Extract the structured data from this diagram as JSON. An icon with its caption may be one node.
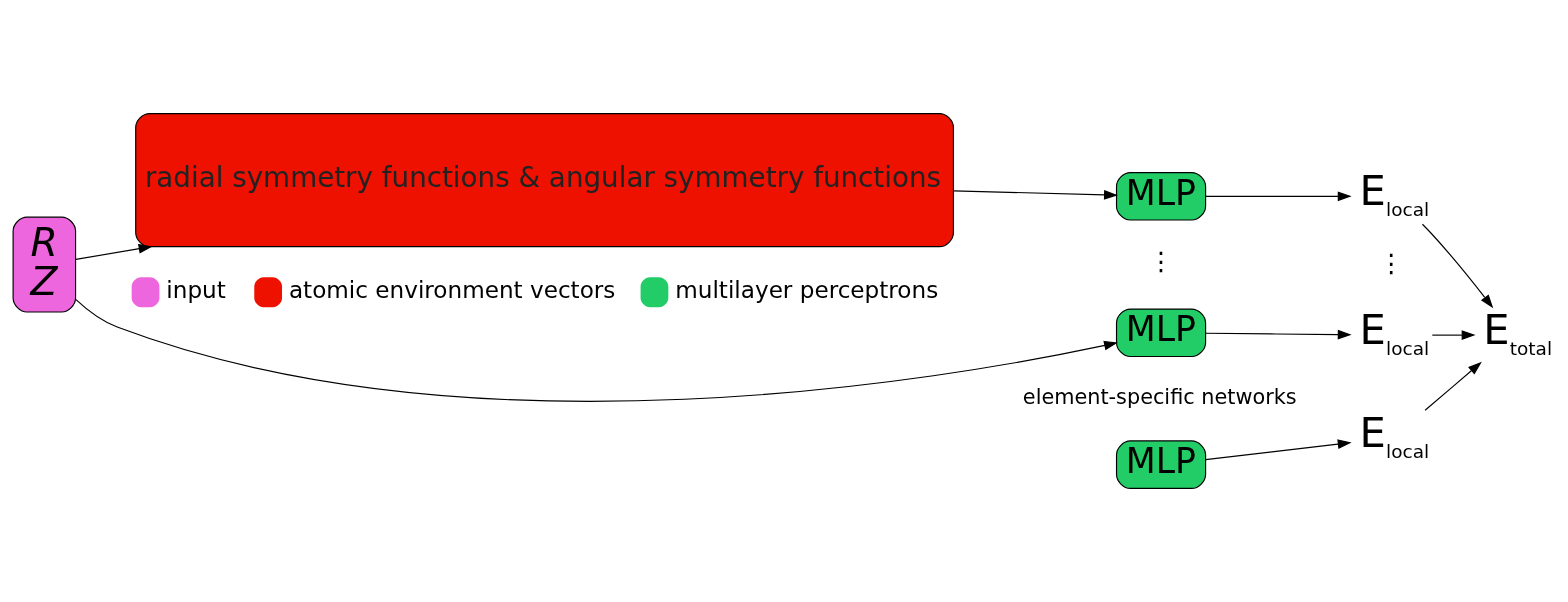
{
  "diagram": {
    "nodes": [
      {
        "text": [
          "R",
          "Z"
        ]
      },
      {
        "text": [
          "radial symmetry functions & angular symmetry functions"
        ]
      },
      {
        "text": [
          "MLP"
        ]
      },
      {
        "text": [
          "MLP"
        ]
      },
      {
        "text": [
          "MLP"
        ]
      },
      {
        "text": [
          "E$_{local}$"
        ]
      },
      {
        "text": [
          "E$_{local}$"
        ]
      },
      {
        "text": [
          "E$_{local}$"
        ]
      },
      {
        "text": [
          "E$_{total}$"
        ]
      }
    ],
    "edges": [
      {
        "from": 0,
        "to": 1,
        "arrow": "to"
      },
      {
        "from": 1,
        "to": 3,
        "arrow": "to"
      },
      {
        "from": 2,
        "to": 5,
        "arrow": "to"
      },
      {
        "from": 3,
        "to": 6,
        "arrow": "to"
      },
      {
        "from": 4,
        "to": 7,
        "arrow": "to"
      },
      {
        "from": 5,
        "to": 8,
        "arrow": "to"
      },
      {
        "from": 6,
        "to": 8,
        "arrow": "to"
      },
      {
        "from": 7,
        "to": 8,
        "arrow": "to"
      },
      {
        "from": 0,
        "to": 4,
        "arrow": "to"
      }
    ],
    "labels": [
      "element-specific networks",
      "⋮",
      "⋮"
    ],
    "legend": [
      {
        "text": "input",
        "color": "#ee66dd"
      },
      {
        "text": "atomic environment vectors",
        "color": "#ee1100"
      },
      {
        "text": "multilayer perceptrons",
        "color": "#22cc66"
      }
    ]
  }
}
